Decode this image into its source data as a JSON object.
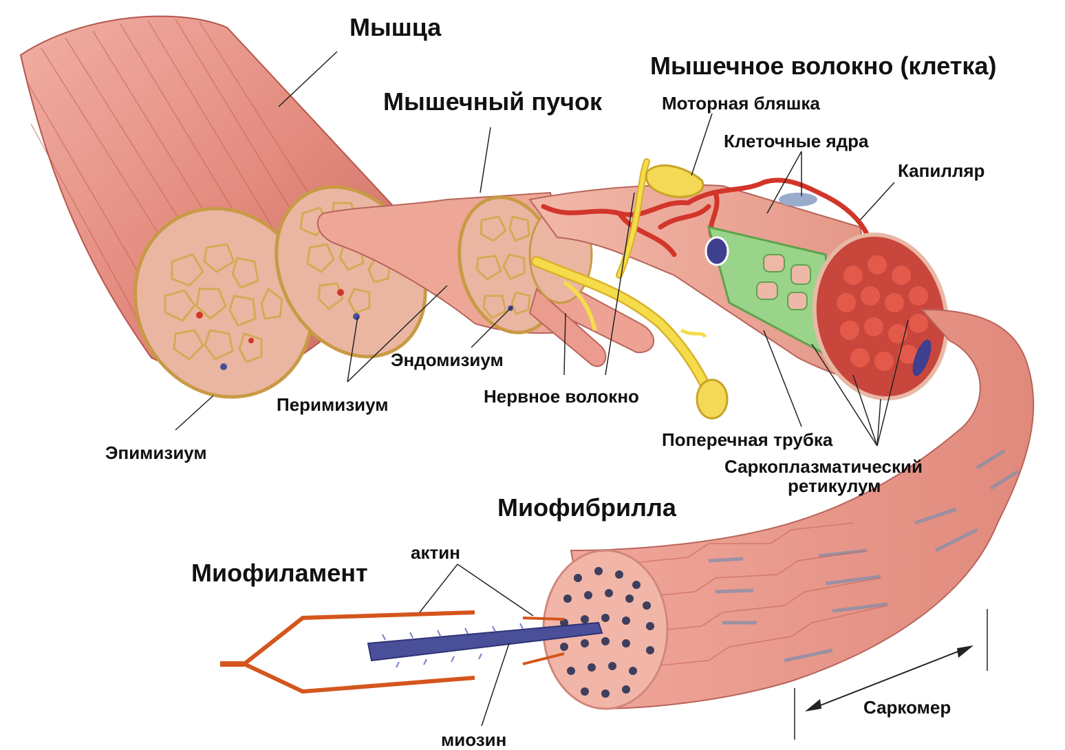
{
  "labels": {
    "muscle": "Мышца",
    "muscle_fiber": "Мышечное волокно (клетка)",
    "muscle_bundle": "Мышечный пучок",
    "motor_plate": "Моторная бляшка",
    "cell_nuclei": "Клеточные ядра",
    "capillary": "Капилляр",
    "endomysium": "Эндомизиум",
    "perimysium": "Перимизиум",
    "epimysium": "Эпимизиум",
    "nerve_fiber": "Нервное волокно",
    "t_tubule": "Поперечная трубка",
    "sr_line1": "Саркоплазматический",
    "sr_line2": "ретикулум",
    "myofibril": "Миофибрилла",
    "actin": "актин",
    "myofilament": "Миофиламент",
    "myosin": "миозин",
    "sarcomere": "Саркомер"
  },
  "colors": {
    "muscle": "#e8958a",
    "muscle_dark": "#c96a5e",
    "tissue_yellow": "#d9b25a",
    "fascicle_fill": "#eab6a2",
    "nerve": "#f2d23a",
    "capillary": "#d2352a",
    "sr_green": "#7fc96a",
    "myosin_blue": "#4a4f9a",
    "myofilament_outline": "#d4561c"
  }
}
